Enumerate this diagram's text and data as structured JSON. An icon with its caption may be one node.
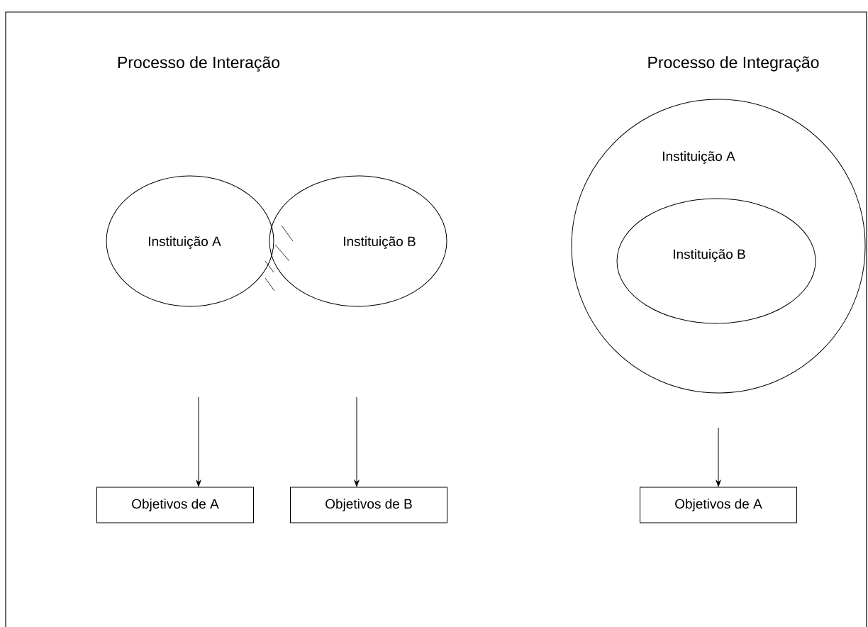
{
  "diagram": {
    "nodes": [
      {
        "text": [
          "Instituição A"
        ]
      },
      {
        "text": [
          "Instituição B"
        ]
      },
      {
        "text": [
          "Instituição A"
        ]
      },
      {
        "text": [
          "Instituição B"
        ],
        "in": 2
      },
      {
        "text": [
          "Objetivos de A"
        ]
      },
      {
        "text": [
          "Objetivos de B"
        ]
      },
      {
        "text": [
          "Objetivos de A"
        ]
      }
    ],
    "edges": [
      {
        "from": null,
        "to": 4,
        "arrow": "to"
      },
      {
        "from": null,
        "to": 5,
        "arrow": "to"
      },
      {
        "from": null,
        "to": 6,
        "arrow": "to"
      }
    ],
    "labels": [
      "Processo de Interação",
      "Processo de Integração"
    ]
  }
}
